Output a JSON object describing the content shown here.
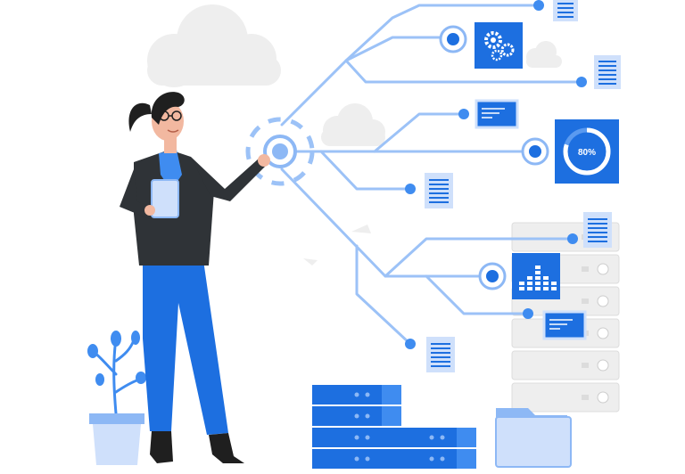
{
  "illustration": {
    "colors": {
      "primary_blue": "#1d6fe0",
      "mid_blue": "#3f8cf0",
      "light_blue": "#8db8f5",
      "pale_blue": "#cfe0fb",
      "line_blue": "#9cc2f7",
      "grey_light": "#eeeeee",
      "grey_mid": "#dcdcdc",
      "dark_suit": "#2f3337",
      "skin": "#f2b8a0",
      "hair": "#1f1f1f"
    },
    "progress_widget": {
      "label": "80%",
      "value_percent": 80
    },
    "icons": [
      "cloud-icon",
      "gear-icon",
      "document-icon",
      "data-node-icon",
      "progress-ring-icon",
      "bar-chart-icon",
      "server-rack-icon",
      "folder-icon",
      "potted-plant-icon",
      "tablet-icon",
      "person-figure"
    ]
  }
}
